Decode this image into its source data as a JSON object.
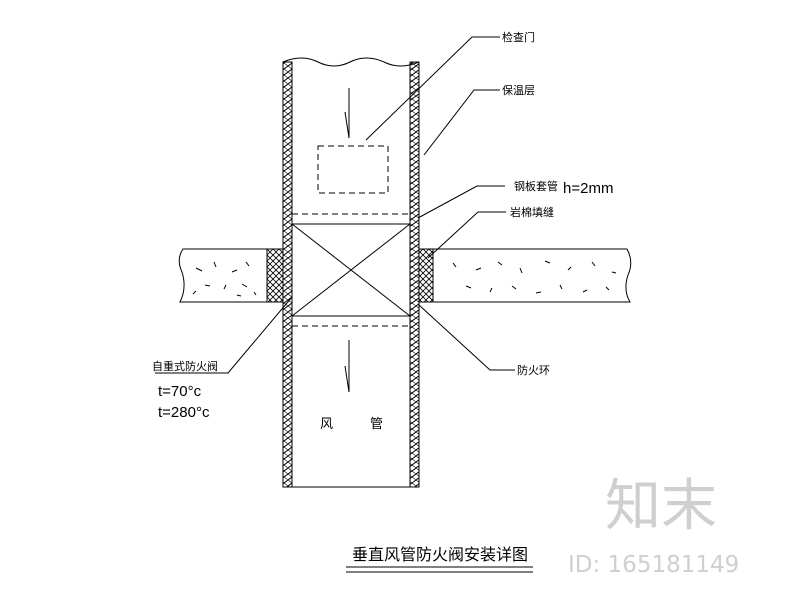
{
  "title": "垂直风管防火阀安装详图",
  "labels": {
    "inspection_door": "检查门",
    "insulation": "保温层",
    "steel_sleeve": "钢板套管",
    "sleeve_spec": "h=2mm",
    "rock_wool": "岩棉填缝",
    "fire_damper": "自重式防火阀",
    "temp_1": "t=70°c",
    "temp_2": "t=280°c",
    "fire_ring": "防火环",
    "duct_char_1": "风",
    "duct_char_2": "管"
  },
  "watermark": {
    "brand": "知末",
    "id": "ID: 165181149"
  },
  "colors": {
    "line": "#000000",
    "watermark": "#cfcfcf",
    "background": "#ffffff"
  }
}
